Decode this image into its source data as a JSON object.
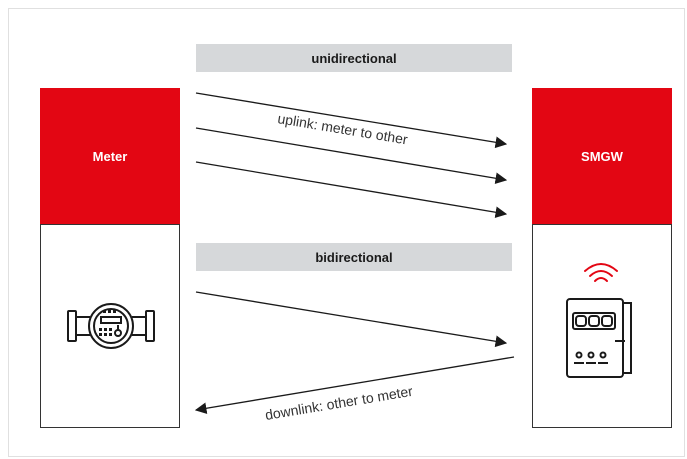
{
  "left_device": {
    "title": "Meter",
    "icon": "water-meter-icon"
  },
  "right_device": {
    "title": "SMGW",
    "icon": "gateway-wireless-icon"
  },
  "sections": {
    "unidirectional": {
      "label": "unidirectional",
      "arrow_label": "uplink: meter to other"
    },
    "bidirectional": {
      "label": "bidirectional",
      "arrow_label": "downlink: other to meter"
    }
  },
  "colors": {
    "accent": "#e30613",
    "band": "#d6d8da",
    "line": "#1a1a1a"
  }
}
